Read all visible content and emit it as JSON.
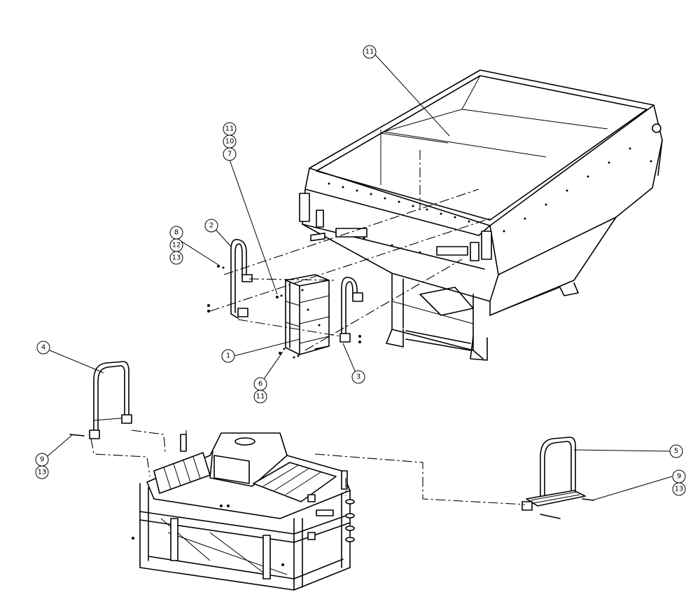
{
  "callouts": {
    "c1": "1",
    "c2": "2",
    "c3": "3",
    "c4": "4",
    "c5": "5",
    "c6a": "6",
    "c6b": "11",
    "c7a": "11",
    "c7b": "10",
    "c7c": "7",
    "c8a": "8",
    "c8b": "12",
    "c8c": "13",
    "c9a": "9",
    "c9b": "13",
    "c9ra": "9",
    "c9rb": "13",
    "c11top": "11"
  },
  "colors": {
    "line": "#000000",
    "background": "#ffffff"
  }
}
